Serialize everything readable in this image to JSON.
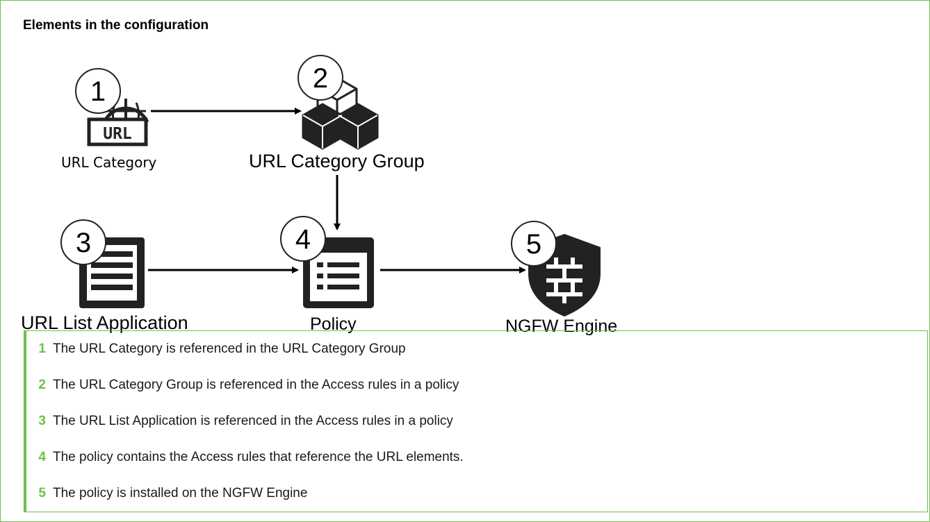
{
  "title": "Elements in the configuration",
  "nodes": [
    {
      "number": "1",
      "label": "URL Category",
      "icon": "url-category-icon"
    },
    {
      "number": "2",
      "label": "URL Category Group",
      "icon": "cubes-icon"
    },
    {
      "number": "3",
      "label": "URL List Application",
      "icon": "list-document-icon"
    },
    {
      "number": "4",
      "label": "Policy",
      "icon": "policy-window-icon"
    },
    {
      "number": "5",
      "label": "NGFW Engine",
      "icon": "firewall-shield-icon"
    }
  ],
  "url_icon_text": "URL",
  "notes": [
    {
      "number": "1",
      "text": "The URL Category is referenced in the URL Category Group"
    },
    {
      "number": "2",
      "text": "The URL Category Group is referenced in the Access rules in a policy"
    },
    {
      "number": "3",
      "text": "The URL List Application is referenced in the Access rules in a policy"
    },
    {
      "number": "4",
      "text": "The policy contains the Access rules that reference the URL elements."
    },
    {
      "number": "5",
      "text": "The policy is installed on the NGFW Engine"
    }
  ],
  "colors": {
    "accent": "#6cc04a",
    "icon": "#222222"
  }
}
